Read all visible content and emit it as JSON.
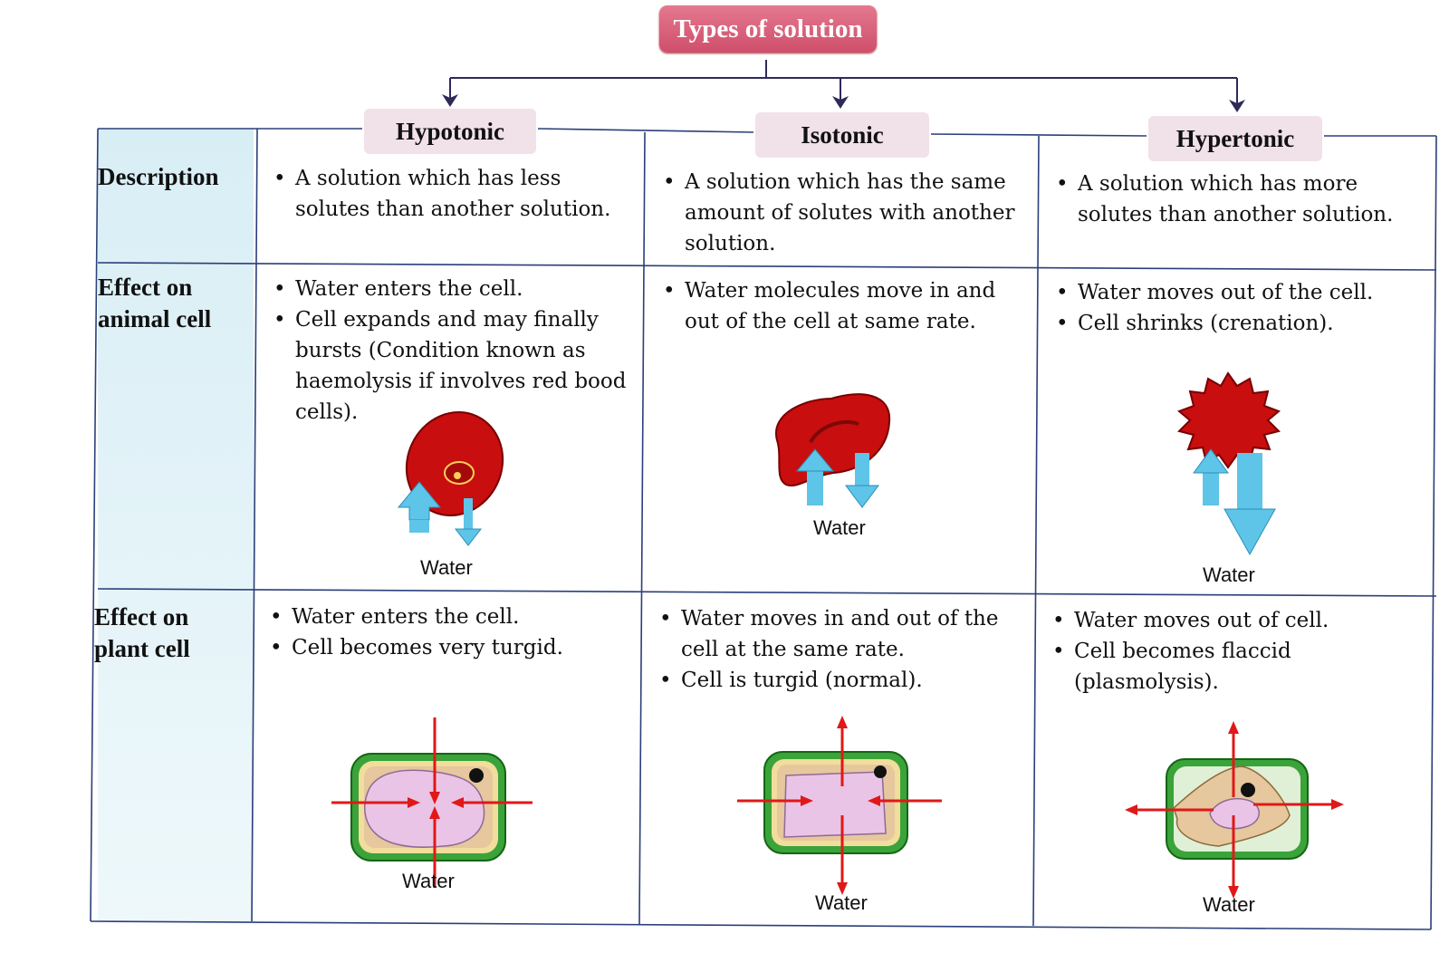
{
  "title": "Types of solution",
  "columns": [
    {
      "name": "Hypotonic"
    },
    {
      "name": "Isotonic"
    },
    {
      "name": "Hypertonic"
    }
  ],
  "rows": {
    "description": {
      "label": "Description",
      "cells": [
        [
          "A solution which has less solutes than another solution."
        ],
        [
          "A solution which has the same amount of solutes with another solution."
        ],
        [
          "A solution which has more solutes than another solution."
        ]
      ]
    },
    "animal": {
      "label_lines": [
        "Effect on",
        "animal cell"
      ],
      "cells": [
        [
          "Water enters the cell.",
          "Cell expands and may finally bursts (Condition known as haemolysis if involves red bood cells)."
        ],
        [
          "Water molecules move in and out of the cell at same rate."
        ],
        [
          "Water moves out of the cell.",
          "Cell shrinks (crenation)."
        ]
      ]
    },
    "plant": {
      "label_lines": [
        "Effect on",
        "plant cell"
      ],
      "cells": [
        [
          "Water enters the cell.",
          "Cell becomes very turgid."
        ],
        [
          "Water moves in and out of the cell at the same rate.",
          "Cell is turgid (normal)."
        ],
        [
          "Water moves out of cell.",
          "Cell becomes flaccid (plasmolysis)."
        ]
      ]
    }
  },
  "water_label": "Water",
  "colors": {
    "title_badge": "#d85c77",
    "header_tint": "#f1e1e8",
    "label_column": "#dff1f6",
    "grid_line": "#2b3f7a",
    "connector": "#2d2a5a",
    "red_cell": "#d10f0f",
    "water_arrow": "#5ec4e8",
    "cell_wall": "#3aa33a",
    "cytoplasm": "#e6c79e",
    "vacuole": "#e9c4e6",
    "force_arrow": "#e01818"
  }
}
